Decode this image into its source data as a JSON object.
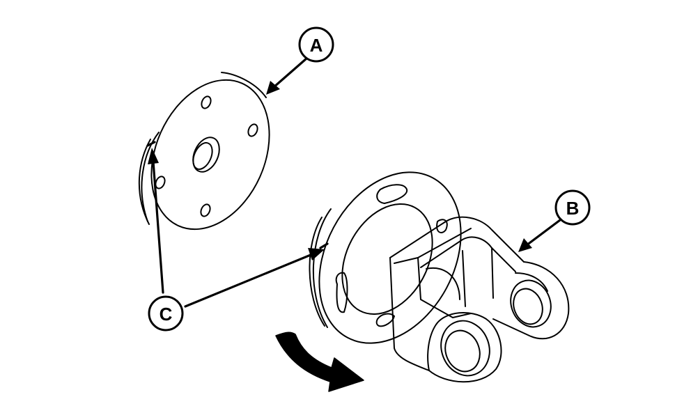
{
  "diagram": {
    "labels": {
      "a": "A",
      "b": "B",
      "c": "C"
    },
    "colors": {
      "ink": "#000000",
      "paper": "#ffffff"
    }
  }
}
